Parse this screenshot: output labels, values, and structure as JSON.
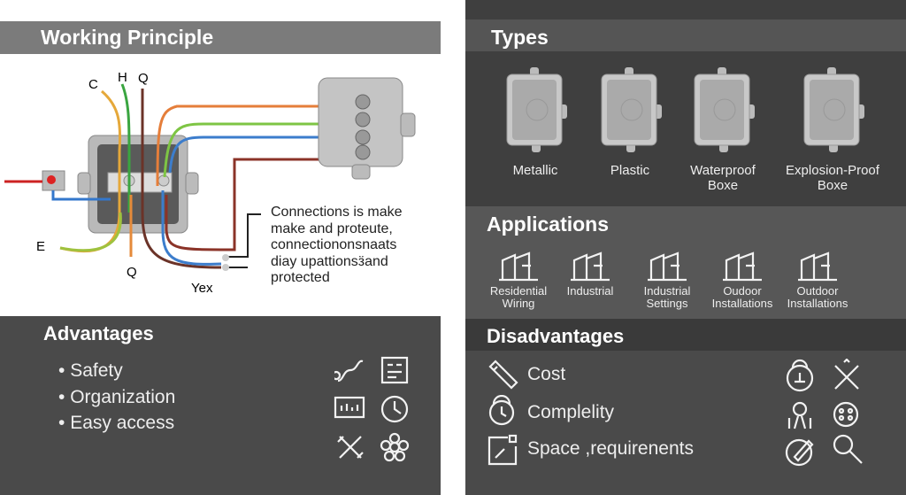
{
  "working_principle": {
    "title": "Working Principle",
    "wire_labels": [
      "C",
      "H",
      "Q",
      "E",
      "Q",
      "Yex"
    ],
    "description": [
      "Connections is make",
      "make and proteute,",
      "connectiononsnaats",
      "diay upattionsӟand",
      "protected"
    ]
  },
  "types": {
    "title": "Types",
    "items": [
      {
        "label": "Metallic"
      },
      {
        "label": "Plastic"
      },
      {
        "label": "Waterproof\nBoxe"
      },
      {
        "label": "Explosion-Proof\nBoxe"
      }
    ]
  },
  "applications": {
    "title": "Applications",
    "items": [
      {
        "label": "Residential\nWiring",
        "icon": "house-field-icon"
      },
      {
        "label": "Industrial",
        "icon": "industrial-building-icon"
      },
      {
        "label": "Industrial\nSettings",
        "icon": "factory-icon"
      },
      {
        "label": "Oudoor\nInstallations",
        "icon": "outdoor-icon"
      },
      {
        "label": "Outdoor\nInstallations",
        "icon": "outdoor-box-icon"
      }
    ]
  },
  "advantages": {
    "title": "Advantages",
    "items": [
      "Safety",
      "Organization",
      "Easy access"
    ]
  },
  "disadvantages": {
    "title": "Disadvantages",
    "items": [
      {
        "label": "Cost",
        "icon": "pencil-icon"
      },
      {
        "label": "Complelity",
        "icon": "clock-lock-icon"
      },
      {
        "label": "Space ,requirenents",
        "icon": "edit-box-icon"
      }
    ]
  },
  "colors": {
    "header_bar": "#7b7b7b",
    "dark_panel": "#4a4a4a",
    "right_panel": "#3f3f3f",
    "band": "#575757"
  }
}
